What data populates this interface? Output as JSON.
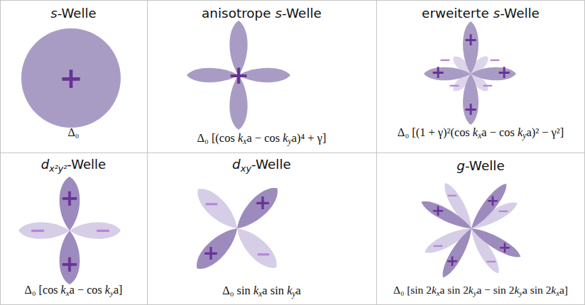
{
  "diagram": {
    "nodes": [
      {
        "text": [
          "s-Welle",
          "Δ₀"
        ]
      },
      {
        "text": [
          "anisotrope s-Welle",
          "Δ₀ [(cos kxa − cos kya)⁴ + γ]"
        ]
      },
      {
        "text": [
          "erweiterte s-Welle",
          "Δ₀ [(1 + γ)²(cos kxa − cos kya)² − γ²]"
        ]
      },
      {
        "text": [
          "dx²y²-Welle",
          "Δ₀ [cos kxa − cos kya]"
        ]
      },
      {
        "text": [
          "dxy-Welle",
          "Δ₀ sin kxa sin kya"
        ]
      },
      {
        "text": [
          "g-Welle",
          "Δ₀ [sin 2kxa sin 2kya − sin 2kya sin 2kxa]"
        ]
      }
    ],
    "labels": [
      "+",
      "+",
      "+",
      "−",
      "−",
      "+",
      "+",
      "−",
      "−",
      "+",
      "+",
      "−",
      "−",
      "+",
      "−",
      "+",
      "+",
      "−",
      "−",
      "+",
      "+",
      "−",
      "−",
      "+",
      "+",
      "−"
    ]
  }
}
